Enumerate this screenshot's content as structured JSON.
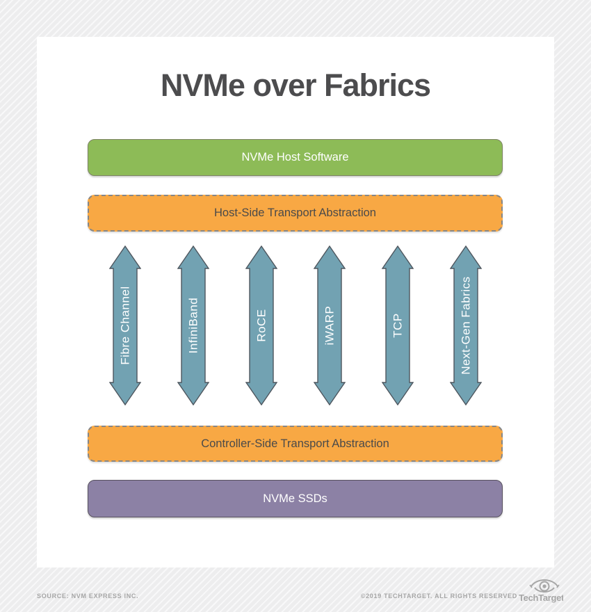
{
  "title": "NVMe over Fabrics",
  "layers": {
    "host_software": {
      "label": "NVMe Host Software"
    },
    "host_abstraction": {
      "label": "Host-Side Transport Abstraction"
    },
    "controller_abstraction": {
      "label": "Controller-Side Transport Abstraction"
    },
    "ssds": {
      "label": "NVMe SSDs"
    }
  },
  "transports": [
    {
      "label": "Fibre Channel"
    },
    {
      "label": "InfiniBand"
    },
    {
      "label": "RoCE"
    },
    {
      "label": "iWARP"
    },
    {
      "label": "TCP"
    },
    {
      "label": "Next-Gen Fabrics"
    }
  ],
  "colors": {
    "host_software": "#8dbb57",
    "abstraction": "#f8a844",
    "ssds": "#8c81a5",
    "arrow": "#72a2b2",
    "arrow_stroke": "#4e565e",
    "title_text": "#4c4c4e",
    "background": "#ededee"
  },
  "footer": {
    "source": "SOURCE: NVM EXPRESS INC.",
    "copyright": "©2019 TECHTARGET. ALL RIGHTS RESERVED",
    "brand": "TechTarget"
  }
}
